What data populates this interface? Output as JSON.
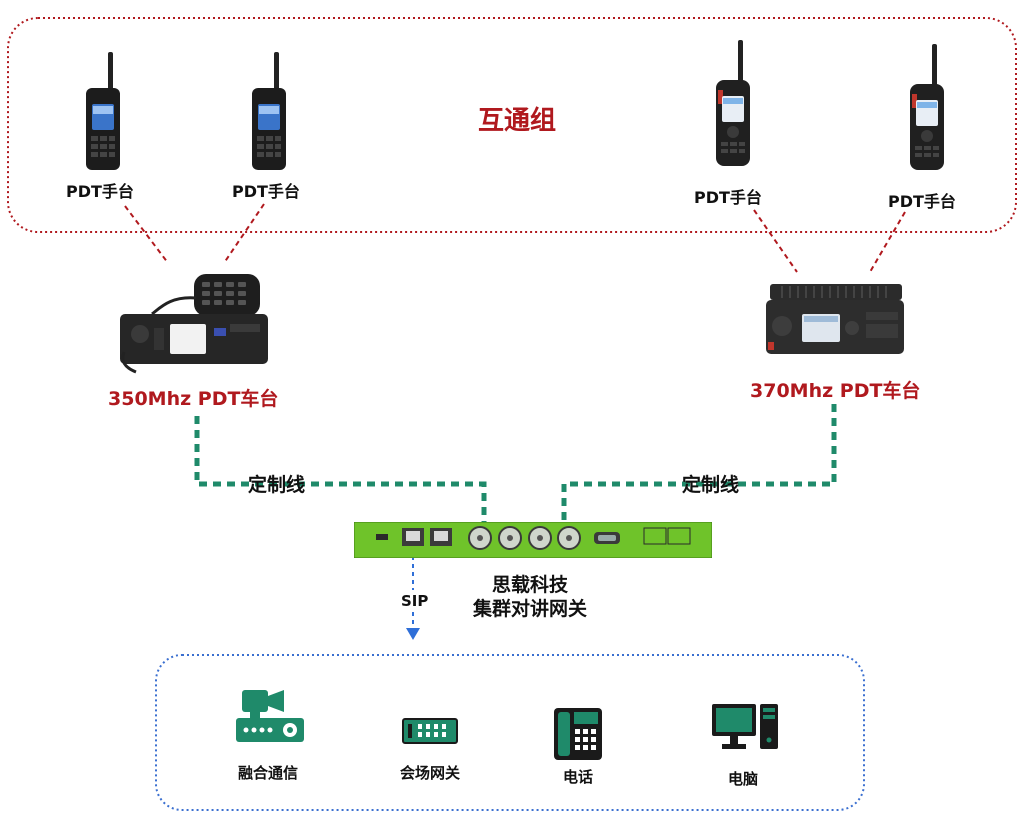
{
  "group": {
    "title": "互通组",
    "handsets": [
      {
        "label": "PDT手台"
      },
      {
        "label": "PDT手台"
      },
      {
        "label": "PDT手台"
      },
      {
        "label": "PDT手台"
      }
    ]
  },
  "vehicle_radios": {
    "left": {
      "label": "350Mhz PDT车台"
    },
    "right": {
      "label": "370Mhz PDT车台"
    }
  },
  "links": {
    "left_cable": "定制线",
    "right_cable": "定制线",
    "sip": "SIP"
  },
  "gateway": {
    "line1": "思载科技",
    "line2": "集群对讲网关"
  },
  "endpoints": [
    {
      "label": "融合通信",
      "icon": "video-conference-icon"
    },
    {
      "label": "会场网关",
      "icon": "venue-gateway-icon"
    },
    {
      "label": "电话",
      "icon": "phone-icon"
    },
    {
      "label": "电脑",
      "icon": "computer-icon"
    }
  ],
  "colors": {
    "group_border": "#b0191e",
    "title_red": "#b0191e",
    "cable": "#1f8a6a",
    "sip_arrow": "#2f6fd8",
    "bottom_border": "#3a6fd0",
    "gateway_green": "#6fc32a",
    "icon_teal": "#1f8a6a"
  }
}
